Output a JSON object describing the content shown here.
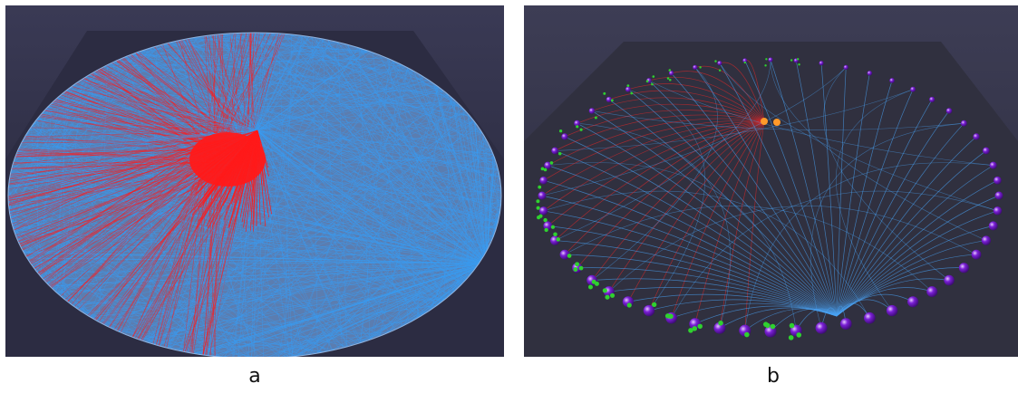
{
  "panels": [
    {
      "id": "a",
      "caption": "a",
      "description_colors": {
        "background_top": "#3a3a55",
        "background_bottom": "#242436",
        "disc": "#6f8fb8",
        "edge_blue": "#3b9bf0",
        "edge_red": "#ff1a1a"
      }
    },
    {
      "id": "b",
      "caption": "b",
      "description_colors": {
        "background_top": "#3d3d55",
        "background_bottom": "#2a2a3a",
        "edge_blue": "#4aa3f5",
        "edge_red": "#e0282a",
        "node_purple": "#7a1fd6",
        "node_green": "#2fd12f",
        "node_orange": "#ff9a2a"
      }
    }
  ]
}
